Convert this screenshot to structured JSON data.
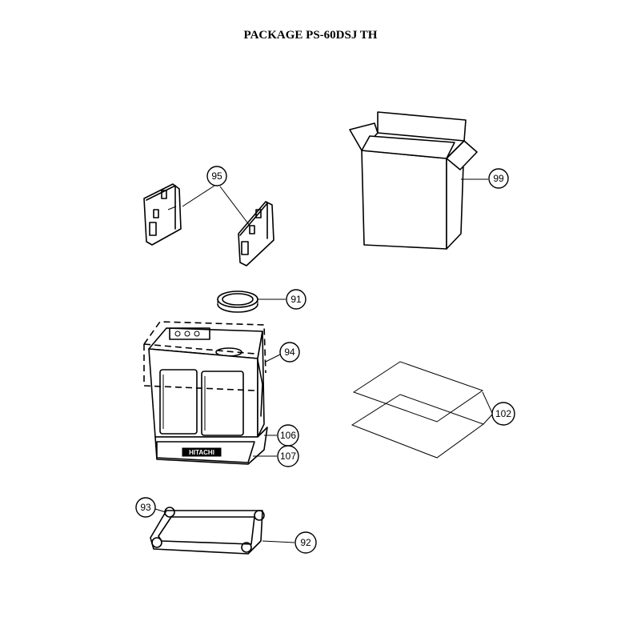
{
  "title": "PACKAGE PS-60DSJ TH",
  "brand": "HITACHI",
  "callouts": {
    "p95": "95",
    "p99": "99",
    "p91": "91",
    "p94": "94",
    "p102": "102",
    "p106": "106",
    "p107": "107",
    "p93": "93",
    "p92": "92"
  }
}
